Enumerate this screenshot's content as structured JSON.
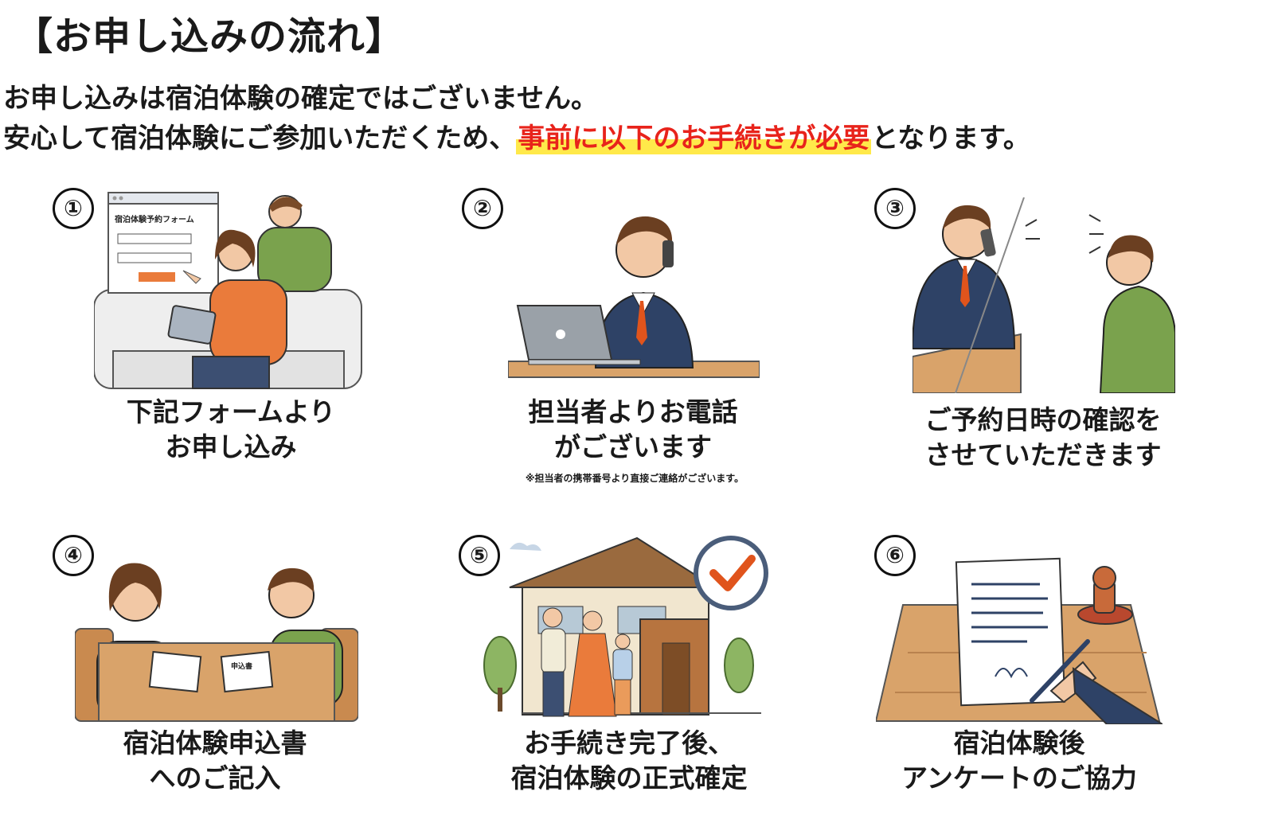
{
  "title": "【お申し込みの流れ】",
  "intro": {
    "line1": "お申し込みは宿泊体験の確定ではございません。",
    "line2_pre": "安心して宿泊体験にご参加いただくため、",
    "line2_highlight": "事前に以下のお手続きが必要",
    "line2_post": "となります。"
  },
  "colors": {
    "highlight_text": "#e8231b",
    "highlight_marker": "#ffe94a",
    "suit": "#2e4266",
    "tie": "#e0541c",
    "green": "#7aa24d",
    "orange": "#ea7b3b",
    "wood": "#d9a36a"
  },
  "steps": [
    {
      "number": "①",
      "label_line1": "下記フォームより",
      "label_line2": "お申し込み",
      "illustration": "couple-sofa-tablet-form",
      "form_title": "宿泊体験予約フォーム"
    },
    {
      "number": "②",
      "label_line1": "担当者よりお電話",
      "label_line2": "がございます",
      "note": "※担当者の携帯番号より直接ご連絡がございます。",
      "illustration": "staff-phone-laptop"
    },
    {
      "number": "③",
      "label_line1": "ご予約日時の確認を",
      "label_line2": "させていただきます",
      "illustration": "staff-call-customer"
    },
    {
      "number": "④",
      "label_line1": "宿泊体験申込書",
      "label_line2": "へのご記入",
      "illustration": "couple-filling-forms",
      "form_label": "申込書"
    },
    {
      "number": "⑤",
      "label_line1": "お手続き完了後、",
      "label_line2": "宿泊体験の正式確定",
      "illustration": "family-house-checkmark"
    },
    {
      "number": "⑥",
      "label_line1": "宿泊体験後",
      "label_line2": "アンケートのご協力",
      "illustration": "document-stamp-signing"
    }
  ]
}
